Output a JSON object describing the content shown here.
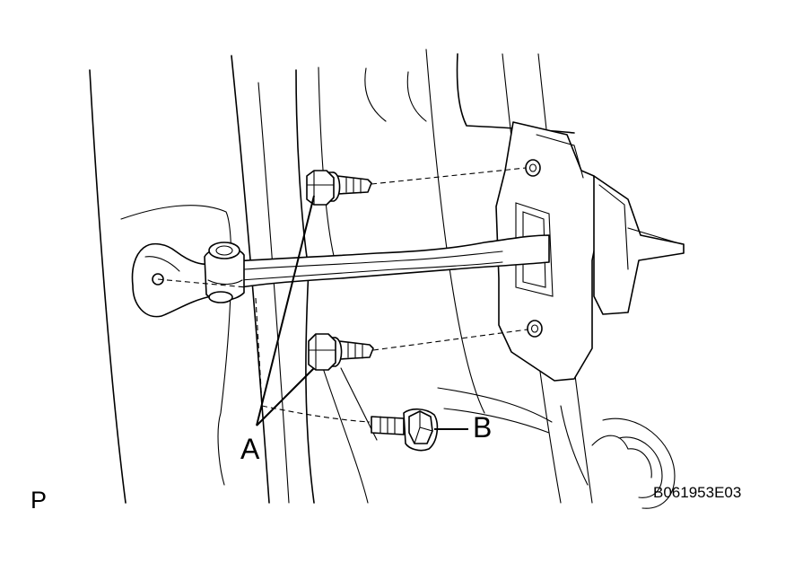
{
  "labels": {
    "callout_a": "A",
    "callout_b": "B",
    "view_marker": "P",
    "figure_code": "B061953E03"
  }
}
